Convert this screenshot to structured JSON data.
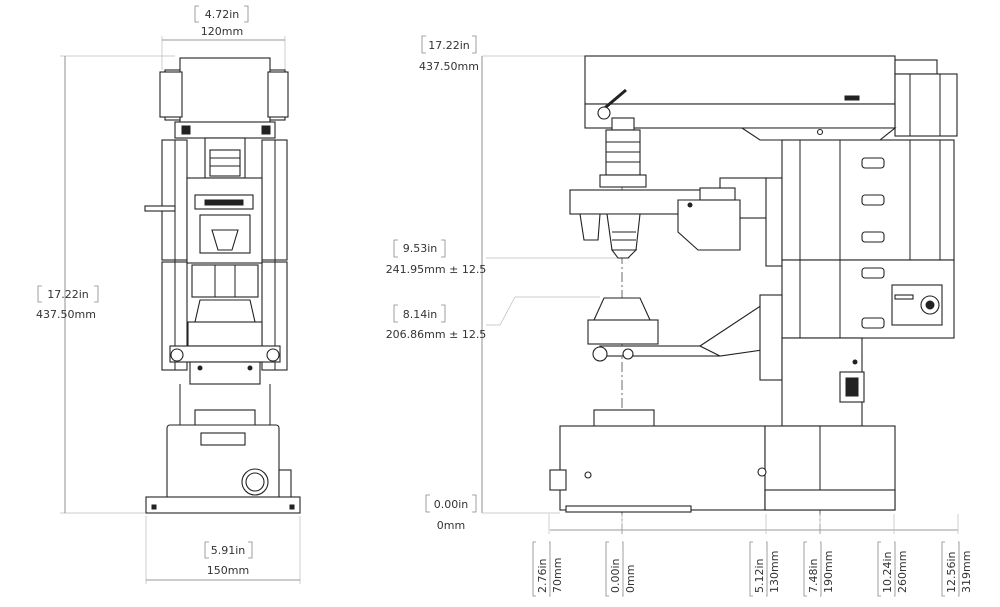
{
  "front_view": {
    "top_width_in": "4.72in",
    "top_width_mm": "120mm",
    "base_width_in": "5.91in",
    "base_width_mm": "150mm",
    "height_in": "17.22in",
    "height_mm": "437.50mm"
  },
  "side_view": {
    "height_in": "17.22in",
    "height_mm": "437.50mm",
    "objective_in": "9.53in",
    "objective_mm": "241.95mm ± 12.5",
    "stage_in": "8.14in",
    "stage_mm": "206.86mm ± 12.5",
    "zero_in": "0.00in",
    "zero_mm": "0mm",
    "bottom_dims": [
      {
        "in": "2.76in",
        "mm": "70mm"
      },
      {
        "in": "0.00in",
        "mm": "0mm"
      },
      {
        "in": "5.12in",
        "mm": "130mm"
      },
      {
        "in": "7.48in",
        "mm": "190mm"
      },
      {
        "in": "10.24in",
        "mm": "260mm"
      },
      {
        "in": "12.56in",
        "mm": "319mm"
      }
    ]
  },
  "colors": {
    "line": "#222222",
    "dimension": "#777777"
  }
}
